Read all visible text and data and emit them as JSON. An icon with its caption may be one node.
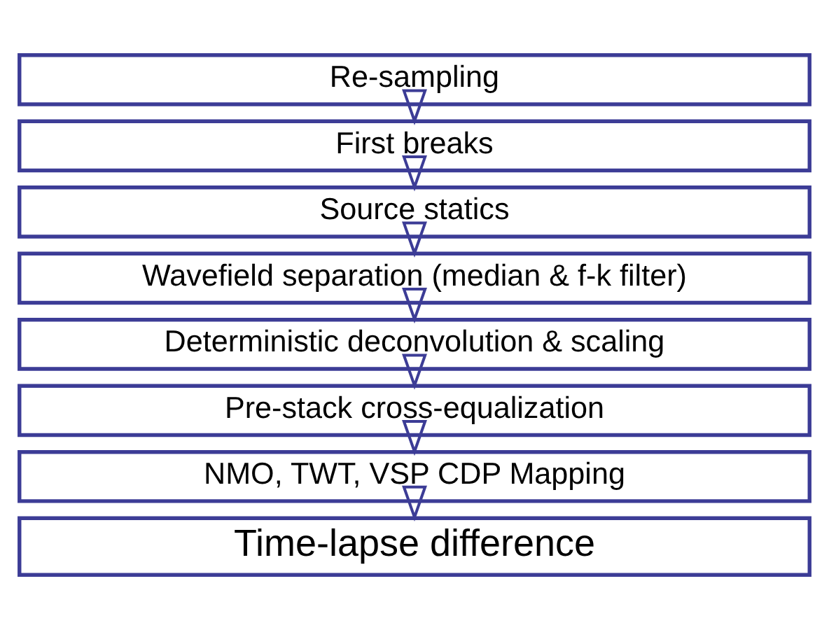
{
  "diagram": {
    "nodes": [
      {
        "text": [
          "Re-sampling"
        ]
      },
      {
        "text": [
          "First breaks"
        ]
      },
      {
        "text": [
          "Source statics"
        ]
      },
      {
        "text": [
          "Wavefield separation (median & f-k filter)"
        ]
      },
      {
        "text": [
          "Deterministic deconvolution & scaling"
        ]
      },
      {
        "text": [
          "Pre-stack cross-equalization"
        ]
      },
      {
        "text": [
          "NMO, TWT, VSP CDP Mapping"
        ]
      },
      {
        "text": [
          "Time-lapse difference"
        ]
      }
    ],
    "edges": [
      {
        "from": 0,
        "to": 1,
        "arrow": "to"
      },
      {
        "from": 1,
        "to": 2,
        "arrow": "to"
      },
      {
        "from": 2,
        "to": 3,
        "arrow": "to"
      },
      {
        "from": 3,
        "to": 4,
        "arrow": "to"
      },
      {
        "from": 4,
        "to": 5,
        "arrow": "to"
      },
      {
        "from": 5,
        "to": 6,
        "arrow": "to"
      },
      {
        "from": 6,
        "to": 7,
        "arrow": "to"
      }
    ]
  }
}
